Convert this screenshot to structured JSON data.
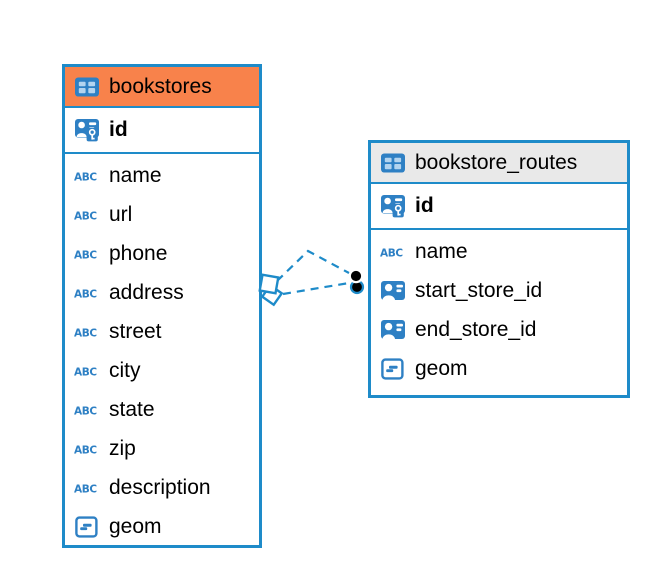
{
  "colors": {
    "table_border": "#1E8BC9",
    "icon_blue": "#2E80C4",
    "text": "#000000",
    "background": "#FFFFFF",
    "relationship_line": "#1E8BC9",
    "endpoint_dot": "#000000"
  },
  "icons": {
    "table": "table-grid-icon",
    "primary_key": "person-key-icon",
    "text_type": "abc-icon",
    "reference": "person-card-icon",
    "geometry": "rect-dash-icon"
  },
  "tables": [
    {
      "title": "bookstores",
      "header_color": "#F8824B",
      "primary_key": {
        "name": "id",
        "type": "primary-key"
      },
      "columns": [
        {
          "name": "name",
          "type": "text"
        },
        {
          "name": "url",
          "type": "text"
        },
        {
          "name": "phone",
          "type": "text"
        },
        {
          "name": "address",
          "type": "text"
        },
        {
          "name": "street",
          "type": "text"
        },
        {
          "name": "city",
          "type": "text"
        },
        {
          "name": "state",
          "type": "text"
        },
        {
          "name": "zip",
          "type": "text"
        },
        {
          "name": "description",
          "type": "text"
        },
        {
          "name": "geom",
          "type": "geometry"
        }
      ]
    },
    {
      "title": "bookstore_routes",
      "header_color": "#E9E9E9",
      "primary_key": {
        "name": "id",
        "type": "primary-key"
      },
      "columns": [
        {
          "name": "name",
          "type": "text"
        },
        {
          "name": "start_store_id",
          "type": "reference"
        },
        {
          "name": "end_store_id",
          "type": "reference"
        },
        {
          "name": "geom",
          "type": "geometry"
        }
      ]
    }
  ],
  "relationships": {
    "count": 2,
    "line_style": "dashed",
    "line_color": "#1E8BC9",
    "source_table": "bookstores",
    "target_table": "bookstore_routes",
    "source_marker": "diamond",
    "target_marker": "filled-dot"
  }
}
